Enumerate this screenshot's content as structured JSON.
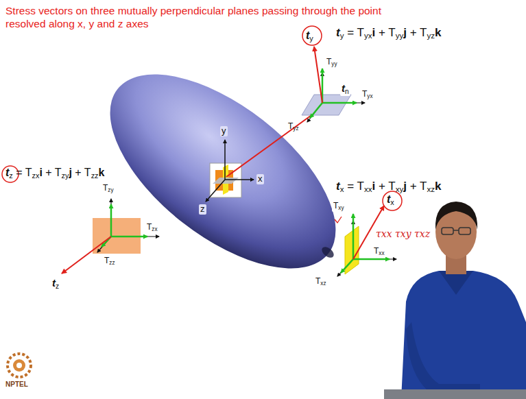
{
  "diagram": {
    "title": "Stress vectors on three mutually perpendicular planes passing through the point resolved along x, y and z axes",
    "labels": [
      "ty = Tyxi + Tyyj + Tyzk",
      "ty",
      "Tyy",
      "Tyx",
      "Tyz",
      "tn",
      "y",
      "x",
      "z",
      "tz = Tzxi + Tzyj + Tzzk",
      "Tzy",
      "Tzx",
      "Tzz",
      "tz",
      "tx = Txxi + Txyj + Txzk",
      "Txy",
      "tx",
      "Txx",
      "Txz",
      "τxx τxy τxz",
      "NPTEL"
    ]
  }
}
